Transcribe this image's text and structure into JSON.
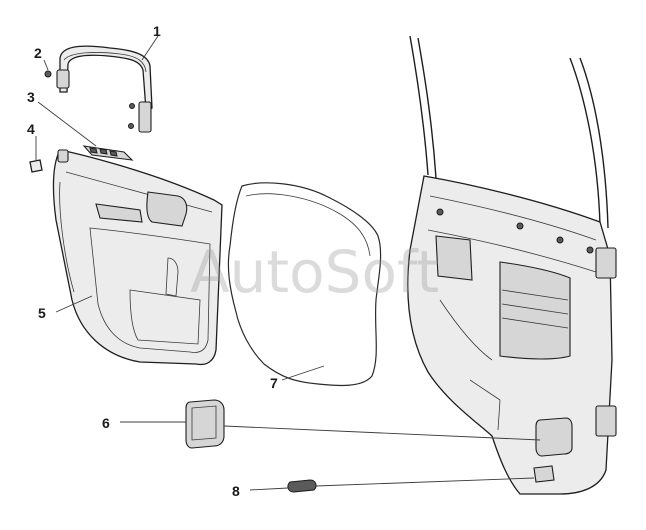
{
  "callouts": [
    "1",
    "2",
    "3",
    "4",
    "5",
    "6",
    "7",
    "8"
  ],
  "watermark": "AutoSoft"
}
